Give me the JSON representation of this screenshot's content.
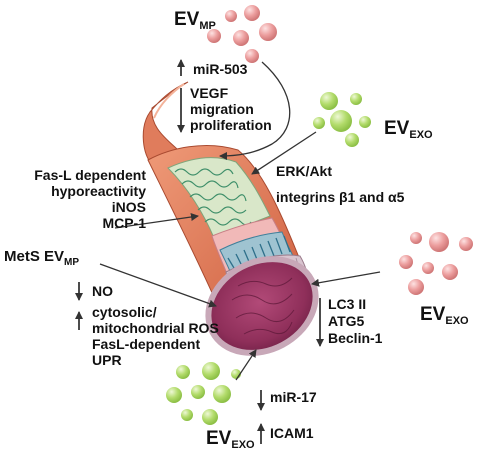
{
  "ev_mp_top": {
    "base": "EV",
    "sub": "MP"
  },
  "ev_mp_top_effects": [
    {
      "direction": "up",
      "lines": [
        "miR-503"
      ]
    },
    {
      "direction": "down",
      "lines": [
        "VEGF",
        "migration",
        "proliferation"
      ]
    }
  ],
  "ev_exo_top_right": {
    "base": "EV",
    "sub": "EXO"
  },
  "ev_exo_top_right_effects": [
    "ERK/Akt",
    "integrins β1 and α5"
  ],
  "left_effects_upper": [
    "Fas-L dependent",
    "hyporeactivity",
    "iNOS",
    "MCP-1"
  ],
  "mets_ev_mp": {
    "base": "MetS EV",
    "sub": "MP"
  },
  "left_effects_lower": [
    {
      "direction": "down",
      "lines": [
        "NO"
      ]
    },
    {
      "direction": "up",
      "lines": [
        "cytosolic/",
        "mitochondrial ROS",
        "FasL-dependent",
        "UPR"
      ]
    }
  ],
  "ev_exo_right": {
    "base": "EV",
    "sub": "EXO"
  },
  "ev_exo_right_effects": {
    "direction": "down",
    "lines": [
      "LC3 II",
      "ATG5",
      "Beclin-1"
    ]
  },
  "ev_exo_bottom": {
    "base": "EV",
    "sub": "EXO"
  },
  "ev_exo_bottom_effects": [
    {
      "direction": "down",
      "lines": [
        "miR-17"
      ]
    },
    {
      "direction": "up",
      "lines": [
        "ICAM1"
      ]
    }
  ],
  "colors": {
    "ev_pink": "#e79a9a",
    "ev_green": "#a9d466",
    "vessel_outer": "#e0795a",
    "lumen": "#8f2f5a",
    "endothelium": "#c8a8b8",
    "smooth_muscle": "#3f7f9a",
    "arrow": "#333333"
  }
}
